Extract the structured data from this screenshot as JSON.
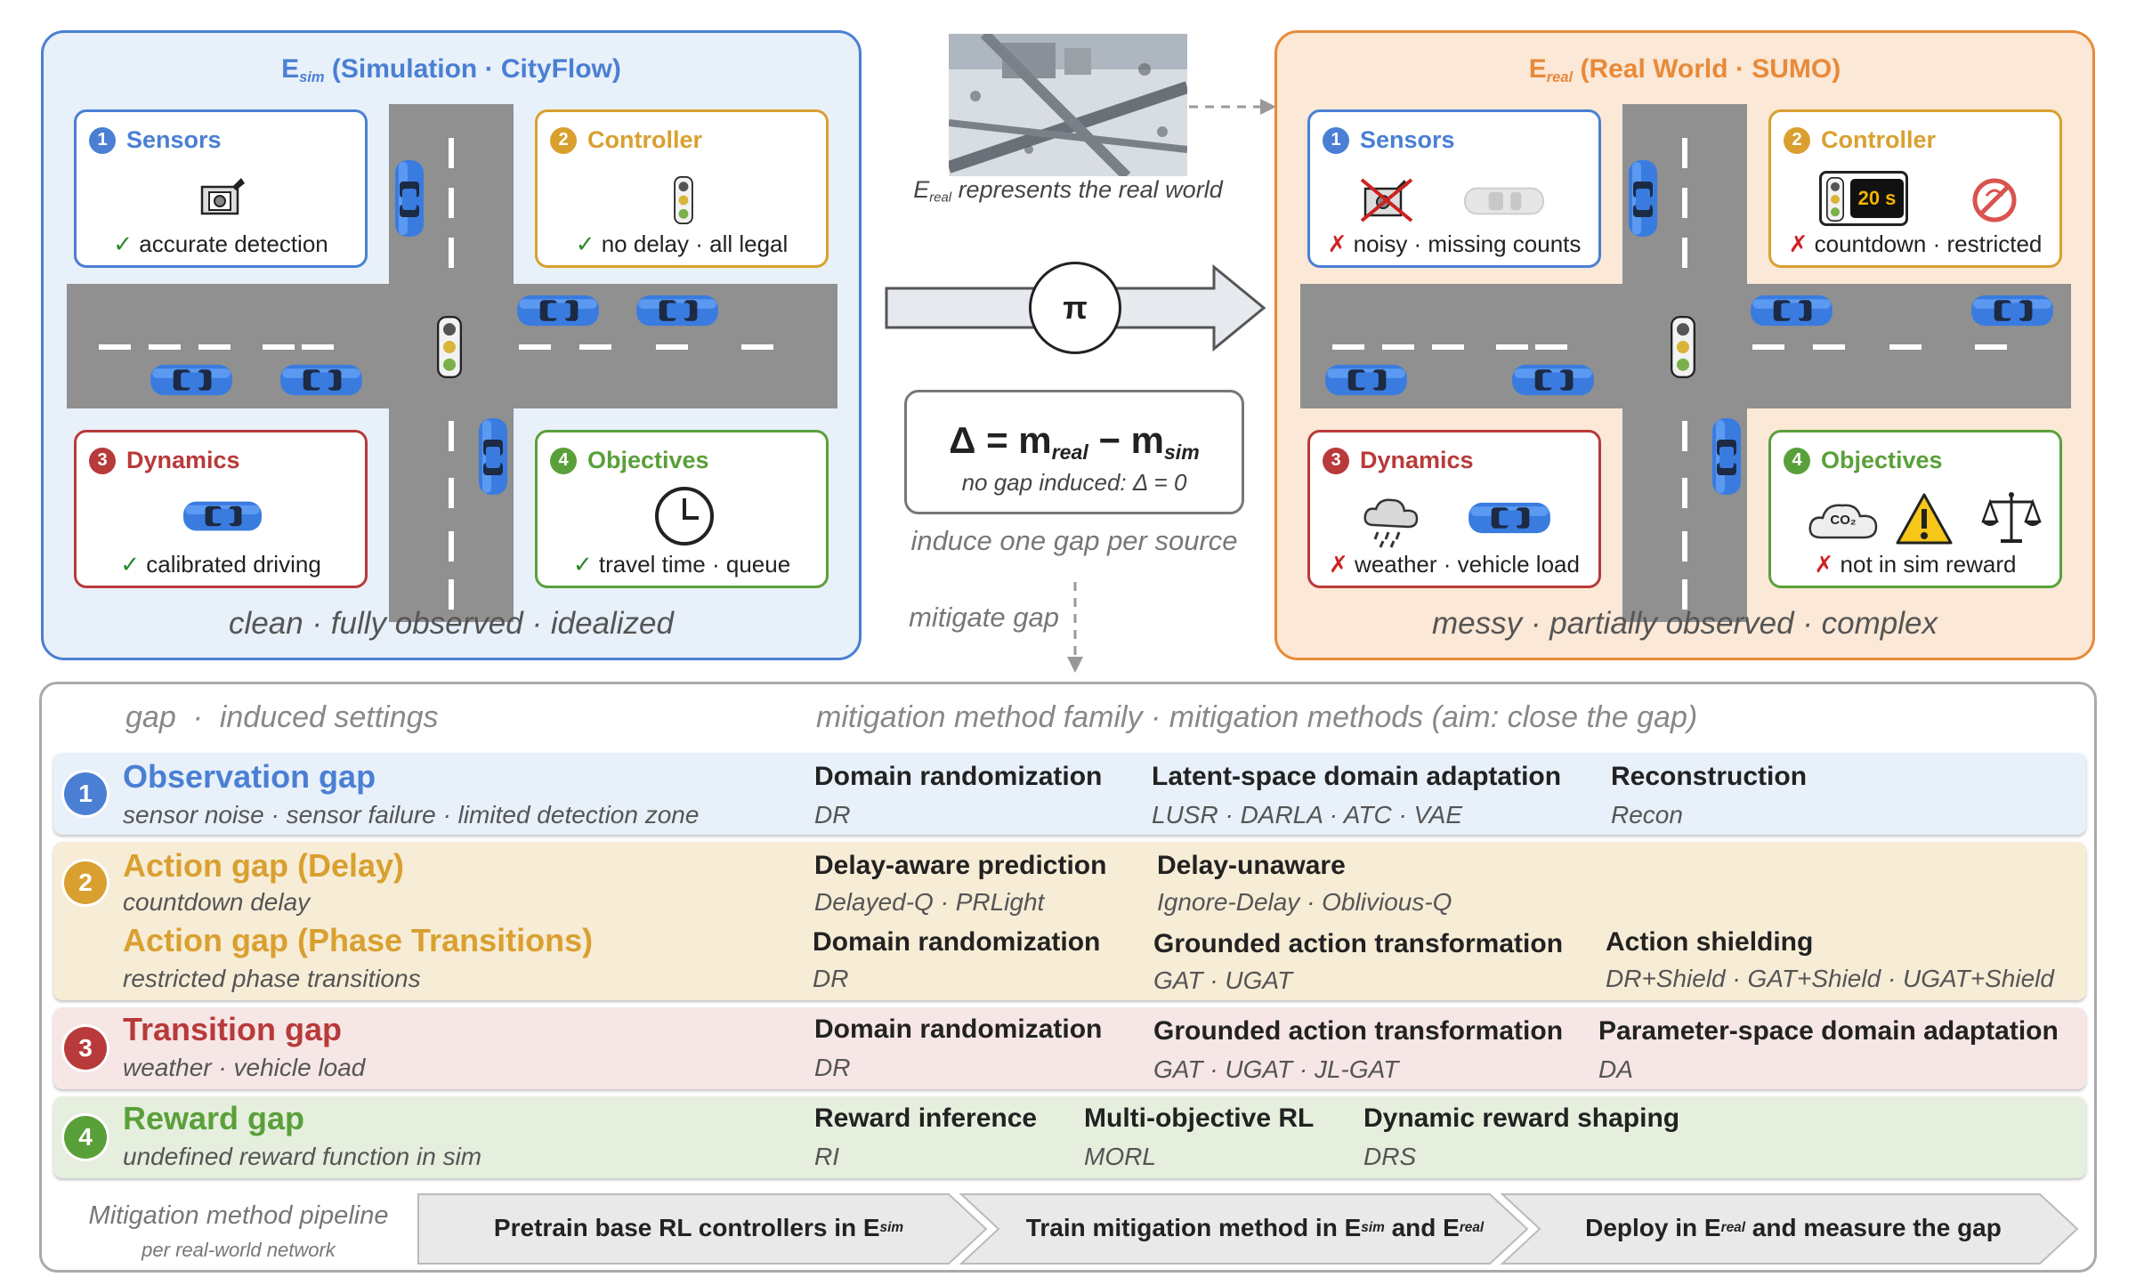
{
  "sim": {
    "title_main": "E",
    "title_sub": "sim",
    "title_rest": " (Simulation · CityFlow)",
    "caption": "clean · fully observed · idealized",
    "boxes": [
      {
        "num": "1",
        "label": "Sensors",
        "foot_mark": "✓",
        "foot": "accurate detection"
      },
      {
        "num": "2",
        "label": "Controller",
        "foot_mark": "✓",
        "foot": "no delay · all legal"
      },
      {
        "num": "3",
        "label": "Dynamics",
        "foot_mark": "✓",
        "foot": "calibrated driving"
      },
      {
        "num": "4",
        "label": "Objectives",
        "foot_mark": "✓",
        "foot": "travel time · queue"
      }
    ]
  },
  "real": {
    "title_main": "E",
    "title_sub": "real",
    "title_rest": " (Real World · SUMO)",
    "caption": "messy · partially observed · complex",
    "countdown": "20 s",
    "co2": "CO₂",
    "boxes": [
      {
        "num": "1",
        "label": "Sensors",
        "foot_mark": "✗",
        "foot": "noisy · missing counts"
      },
      {
        "num": "2",
        "label": "Controller",
        "foot_mark": "✗",
        "foot": "countdown · restricted"
      },
      {
        "num": "3",
        "label": "Dynamics",
        "foot_mark": "✗",
        "foot": "weather · vehicle load"
      },
      {
        "num": "4",
        "label": "Objectives",
        "foot_mark": "✗",
        "foot": "not in sim reward"
      }
    ]
  },
  "middle": {
    "photo_caption_e": "E",
    "photo_caption_sub": "real",
    "photo_caption_rest": "represents the real world",
    "policy": "π",
    "delta_a": "Δ = m",
    "delta_sub1": "real",
    "delta_b": " − m",
    "delta_sub2": "sim",
    "delta_note": "no gap induced:  Δ = 0",
    "induce": "induce one gap per source",
    "mitigate": "mitigate gap"
  },
  "table": {
    "header_left": "gap  ·  induced settings",
    "header_right": "mitigation method family · mitigation methods (aim: close the gap)",
    "rows": [
      {
        "num": "1",
        "gap": "Observation gap",
        "settings": "sensor noise · sensor failure · limited detection zone",
        "methods": [
          {
            "family": "Domain randomization",
            "items": "DR"
          },
          {
            "family": "Latent-space domain adaptation",
            "items": "LUSR · DARLA · ATC · VAE"
          },
          {
            "family": "Reconstruction",
            "items": "Recon"
          }
        ]
      },
      {
        "num": "2",
        "gap": "Action gap (Delay)",
        "settings": "countdown delay",
        "methods": [
          {
            "family": "Delay-aware prediction",
            "items": "Delayed-Q · PRLight"
          },
          {
            "family": "Delay-unaware",
            "items": "Ignore-Delay · Oblivious-Q"
          }
        ],
        "gap2": "Action gap (Phase Transitions)",
        "settings2": "restricted phase transitions",
        "methods2": [
          {
            "family": "Domain randomization",
            "items": "DR"
          },
          {
            "family": "Grounded action transformation",
            "items": "GAT · UGAT"
          },
          {
            "family": "Action shielding",
            "items": "DR+Shield · GAT+Shield · UGAT+Shield"
          }
        ]
      },
      {
        "num": "3",
        "gap": "Transition gap",
        "settings": "weather · vehicle load",
        "methods": [
          {
            "family": "Domain randomization",
            "items": "DR"
          },
          {
            "family": "Grounded action transformation",
            "items": "GAT · UGAT · JL-GAT"
          },
          {
            "family": "Parameter-space domain adaptation",
            "items": "DA"
          }
        ]
      },
      {
        "num": "4",
        "gap": "Reward gap",
        "settings": "undefined reward function in sim",
        "methods": [
          {
            "family": "Reward inference",
            "items": "RI"
          },
          {
            "family": "Multi-objective RL",
            "items": "MORL"
          },
          {
            "family": "Dynamic reward shaping",
            "items": "DRS"
          }
        ]
      }
    ]
  },
  "pipeline": {
    "label": "Mitigation method pipeline",
    "sublabel": "per real-world network",
    "steps": [
      {
        "a": "Pretrain base RL controllers in E",
        "s1": "sim",
        "b": "",
        "s2": "",
        "c": ""
      },
      {
        "a": "Train mitigation method in E",
        "s1": "sim",
        "b": " and E",
        "s2": "real",
        "c": ""
      },
      {
        "a": "Deploy in E",
        "s1": "real",
        "b": " and measure the gap",
        "s2": "",
        "c": ""
      }
    ]
  },
  "colors": {
    "blue": "#4a7fd4",
    "orange": "#e88a3a",
    "yellow": "#d9a030",
    "red": "#b83a3a",
    "green": "#5aa03a",
    "sim_bg": "#e8f0f9",
    "real_bg": "#fbe8d6"
  }
}
